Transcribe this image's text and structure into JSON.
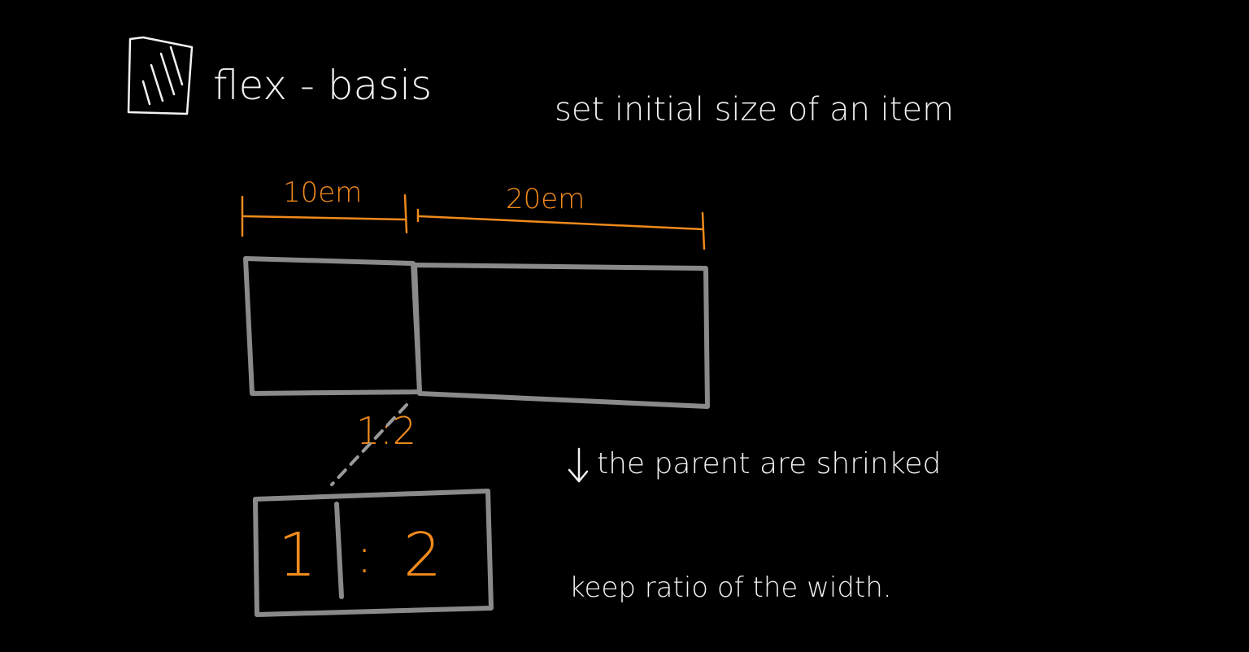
{
  "heading": {
    "icon": "notebook-icon",
    "title": "flex - basis",
    "description": "set initial size of an item"
  },
  "dimensions": {
    "first": "10em",
    "second": "20em"
  },
  "ratio": {
    "label_top": "1:2",
    "small_left": "1",
    "small_colon": ":",
    "small_right": "2"
  },
  "notes": {
    "shrink": "the parent are shrinked",
    "keep": "keep ratio of the width."
  },
  "colors": {
    "background": "#000000",
    "text": "#f2f2f2",
    "accent": "#f08a1c",
    "box_stroke": "#8a8a8a"
  }
}
